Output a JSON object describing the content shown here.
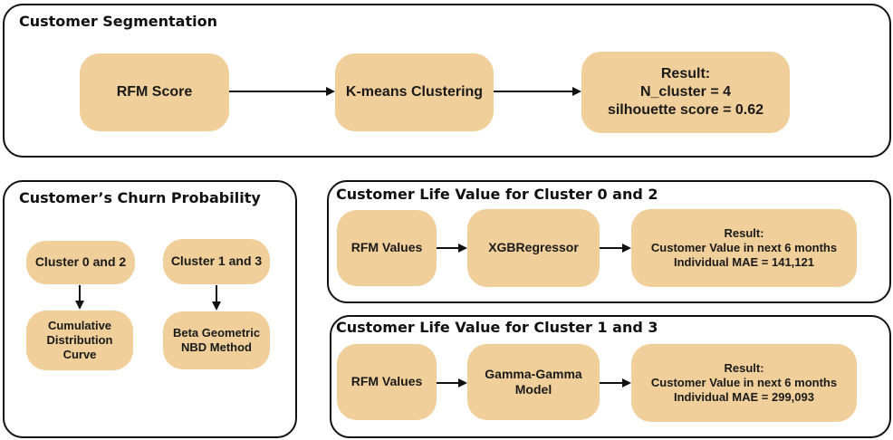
{
  "segmentation": {
    "title": "Customer Segmentation",
    "rfm_score": "RFM Score",
    "kmeans": "K-means Clustering",
    "result_heading": "Result:",
    "result_clusters": "N_cluster = 4",
    "result_silhouette": "silhouette score = 0.62"
  },
  "churn": {
    "title": "Customer’s Churn Probability",
    "cluster_a": "Cluster 0 and 2",
    "cluster_b": "Cluster 1 and 3",
    "method_a": [
      "Cumulative",
      "Distribution",
      "Curve"
    ],
    "method_b": [
      "Beta Geometric",
      "NBD Method"
    ]
  },
  "clv_a": {
    "title": "Customer Life Value for Cluster 0 and 2",
    "input": "RFM Values",
    "model": [
      "XGBRegressor"
    ],
    "result_heading": "Result:",
    "result_value": "Customer Value in next 6 months",
    "result_mae": "Individual MAE = 141,121"
  },
  "clv_b": {
    "title": "Customer Life Value for Cluster 1 and 3",
    "input": "RFM Values",
    "model": [
      "Gamma-Gamma",
      "Model"
    ],
    "result_heading": "Result:",
    "result_value": "Customer Value in next 6 months",
    "result_mae": "Individual MAE = 299,093"
  },
  "colors": {
    "node_fill": "#f0cf9a",
    "border": "#111111",
    "arrow": "#111111"
  }
}
